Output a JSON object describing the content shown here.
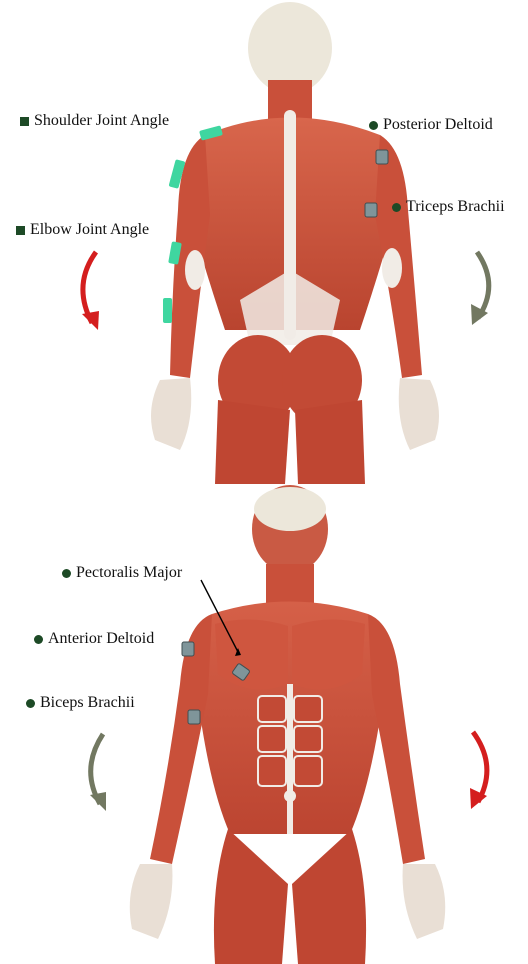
{
  "labels": {
    "shoulder_joint_angle": "Shoulder Joint Angle",
    "elbow_joint_angle": "Elbow Joint Angle",
    "posterior_deltoid": "Posterior Deltoid",
    "triceps_brachii": "Triceps Brachii",
    "pectoralis_major": "Pectoralis Major",
    "anterior_deltoid": "Anterior Deltoid",
    "biceps_brachii": "Biceps Brachii"
  },
  "colors": {
    "muscle": "#c9503a",
    "muscle_light": "#e08a6f",
    "tendon": "#f1ece6",
    "skull": "#ece7da",
    "imu_sensor": "#3fd6a0",
    "emg_sensor": "#7f959a",
    "arrow_red": "#d41e1e",
    "arrow_gray": "#727861",
    "marker": "#1d4a26"
  },
  "icons": {
    "joint_angle_marker": "square-marker-icon",
    "muscle_marker": "dot-marker-icon"
  }
}
